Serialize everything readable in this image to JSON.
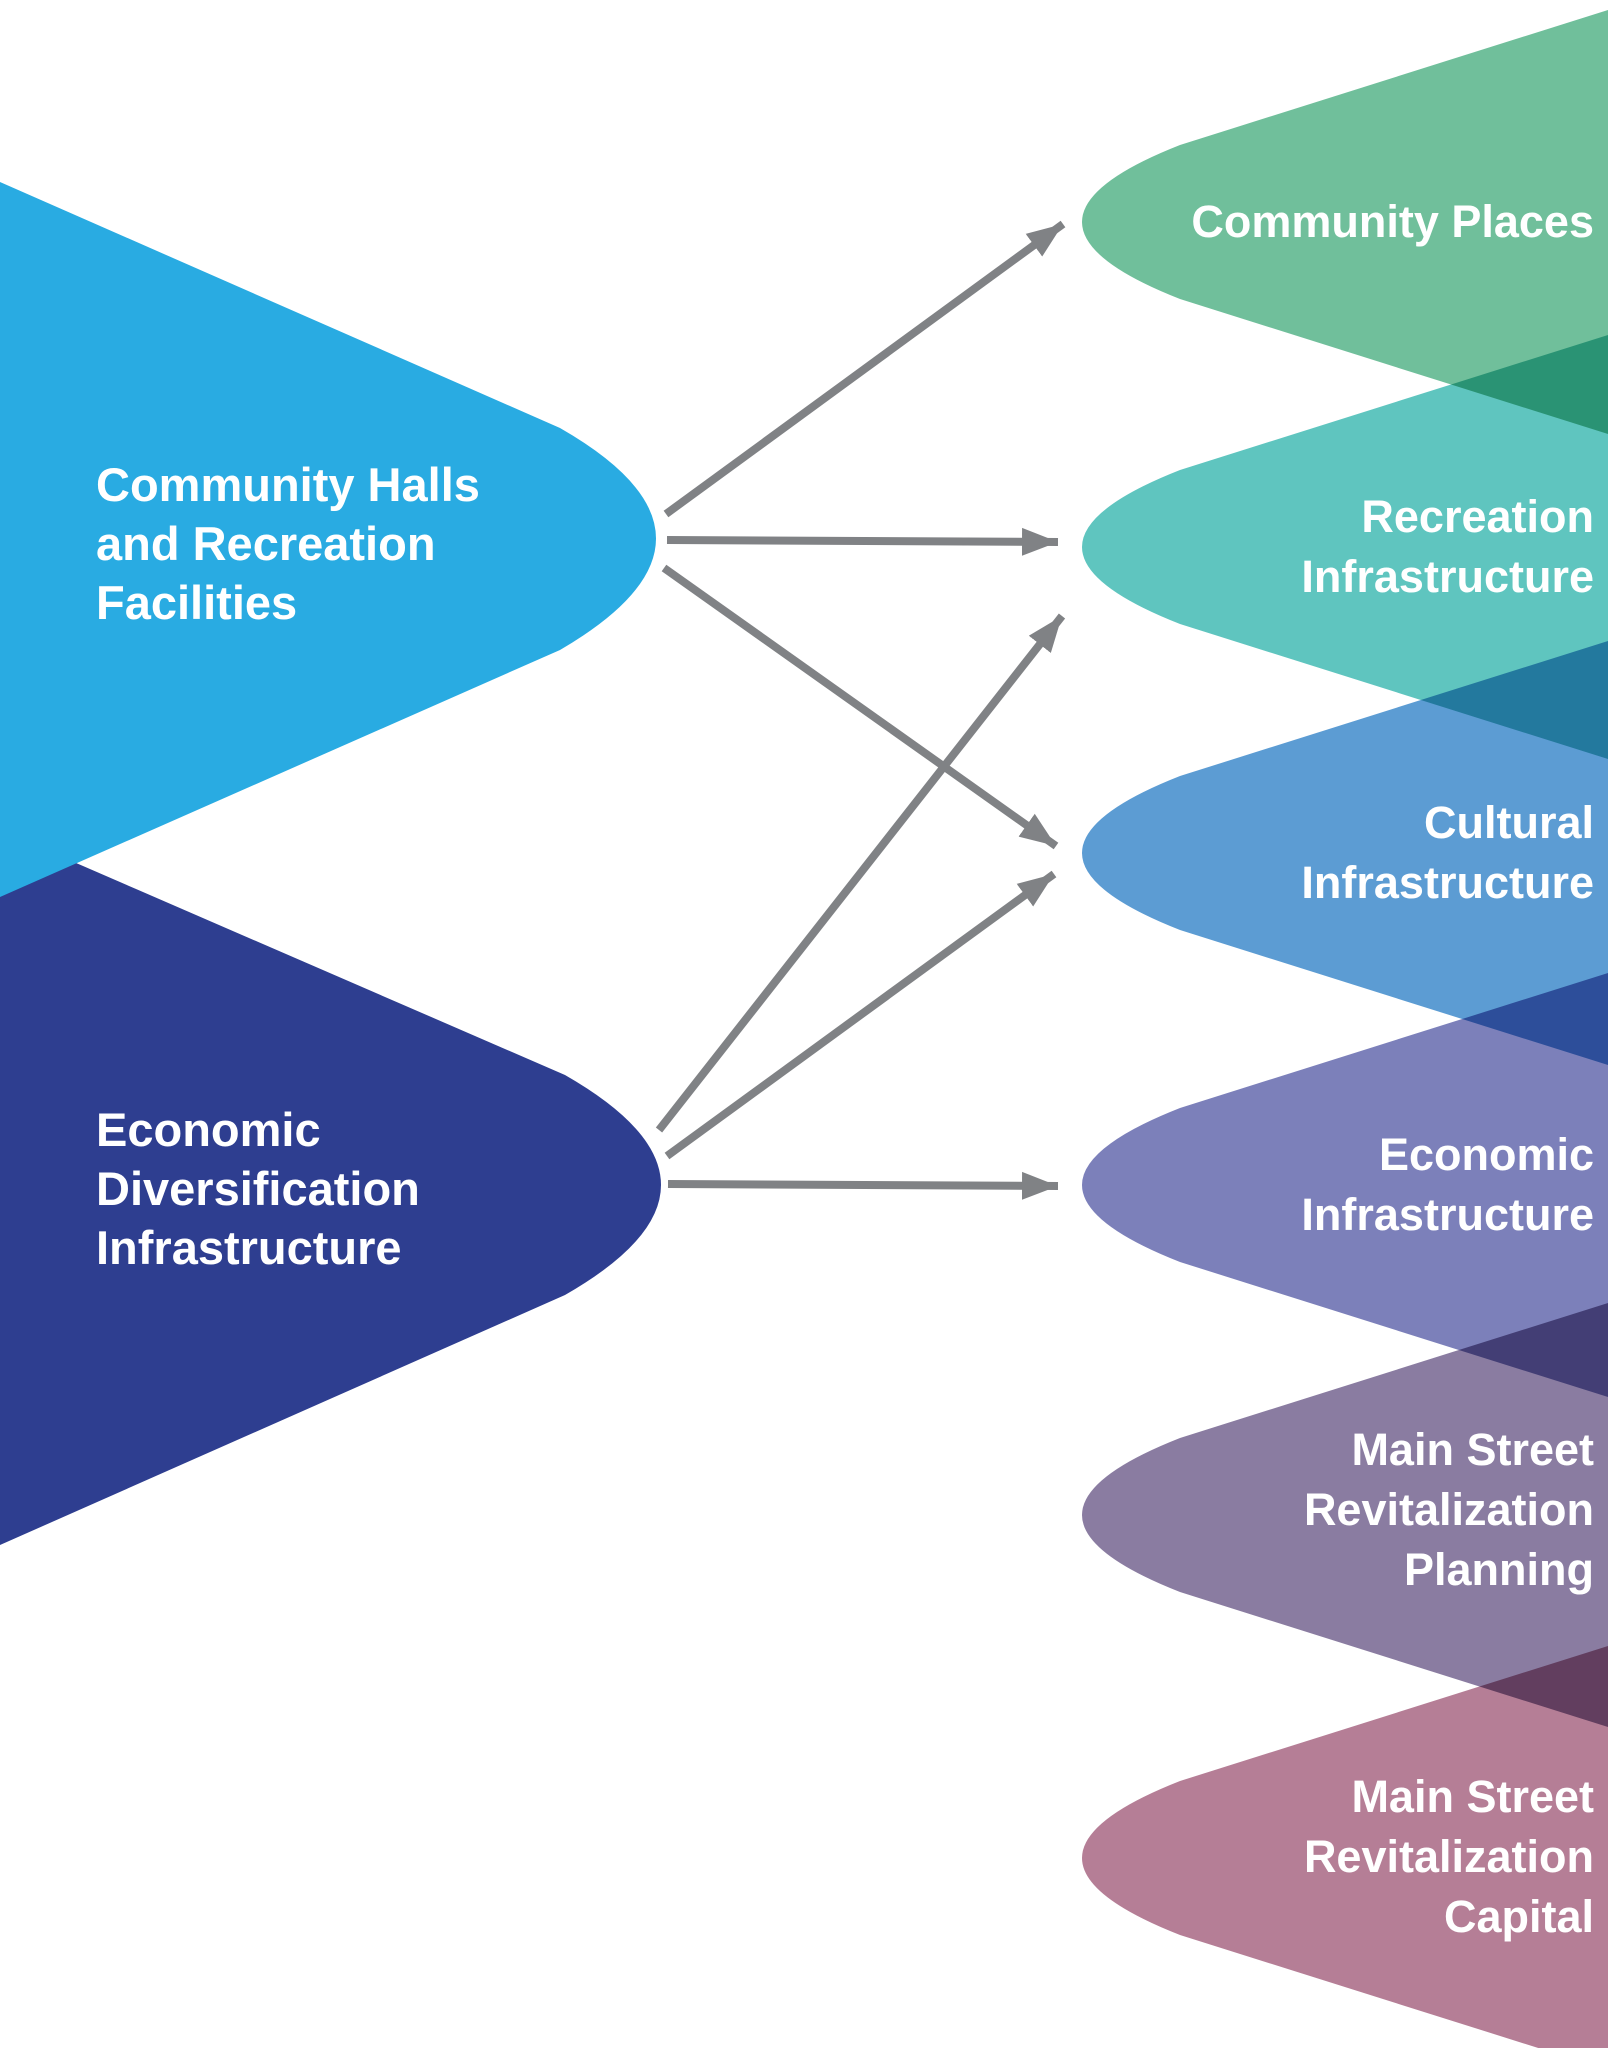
{
  "background": "#FFFFFF",
  "text_color": "#FFFFFF",
  "arrow_color": "#808285",
  "source_programs": [
    {
      "id": "community-halls-and-recreation-facilities",
      "label_lines": [
        "Community Halls",
        "and Recreation",
        "Facilities"
      ],
      "color": "#29ABE2"
    },
    {
      "id": "economic-diversification-infrastructure",
      "label_lines": [
        "Economic",
        "Diversification",
        "Infrastructure"
      ],
      "color": "#2E3E90"
    }
  ],
  "target_programs": [
    {
      "id": "community-places",
      "label_lines": [
        "Community Places"
      ],
      "color": "#70BF9B"
    },
    {
      "id": "recreation-infrastructure",
      "label_lines": [
        "Recreation",
        "Infrastructure"
      ],
      "color": "#5FC5BF"
    },
    {
      "id": "cultural-infrastructure",
      "label_lines": [
        "Cultural",
        "Infrastructure"
      ],
      "color": "#5C9CD3"
    },
    {
      "id": "economic-infrastructure",
      "label_lines": [
        "Economic",
        "Infrastructure"
      ],
      "color": "#7C80BA"
    },
    {
      "id": "main-street-revitalization-planning",
      "label_lines": [
        "Main Street",
        "Revitalization",
        "Planning"
      ],
      "color": "#8A7CA1"
    },
    {
      "id": "main-street-revitalization-capital",
      "label_lines": [
        "Main Street",
        "Revitalization",
        "Capital"
      ],
      "color": "#B57E96"
    }
  ],
  "connections": [
    {
      "from": "Community Halls and Recreation Facilities",
      "to": "Community Places"
    },
    {
      "from": "Community Halls and Recreation Facilities",
      "to": "Recreation Infrastructure"
    },
    {
      "from": "Community Halls and Recreation Facilities",
      "to": "Cultural Infrastructure"
    },
    {
      "from": "Economic Diversification Infrastructure",
      "to": "Recreation Infrastructure"
    },
    {
      "from": "Economic Diversification Infrastructure",
      "to": "Cultural Infrastructure"
    },
    {
      "from": "Economic Diversification Infrastructure",
      "to": "Economic Infrastructure"
    }
  ]
}
